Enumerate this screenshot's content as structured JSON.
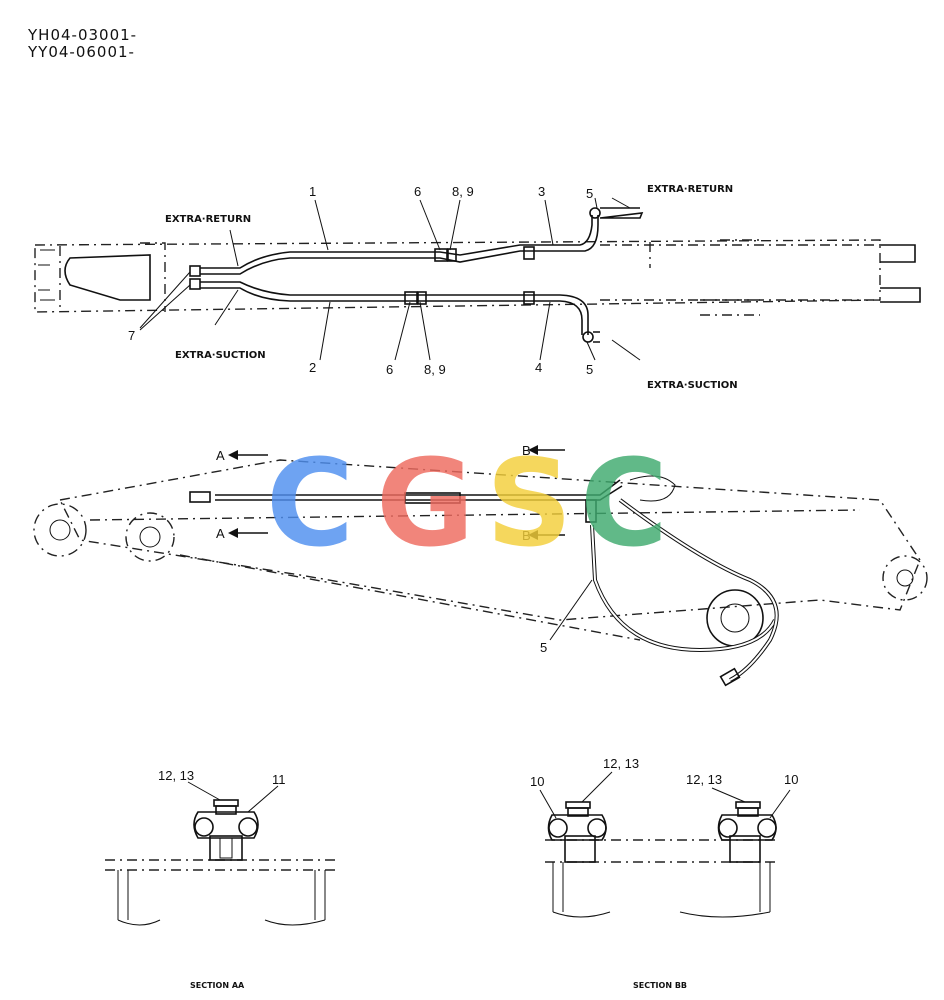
{
  "serials": [
    "YH04-03001-",
    "YY04-06001-"
  ],
  "top_view": {
    "labels": {
      "extra_return_left": "EXTRA·RETURN",
      "extra_suction_left": "EXTRA·SUCTION",
      "extra_return_right": "EXTRA·RETURN",
      "extra_suction_right": "EXTRA·SUCTION"
    },
    "callouts": [
      "1",
      "2",
      "3",
      "4",
      "5",
      "5",
      "6",
      "6",
      "8, 9",
      "8, 9",
      "7"
    ]
  },
  "side_view": {
    "section_markers": [
      "A",
      "A",
      "B",
      "B"
    ],
    "callout": "5"
  },
  "watermark": {
    "letters": [
      "C",
      "G",
      "S",
      "C"
    ],
    "colors": [
      "#4f8ff0",
      "#ef6b5f",
      "#f3cf3a",
      "#3faa6e"
    ]
  },
  "section_aa": {
    "callouts": [
      "12, 13",
      "11"
    ],
    "caption": "SECTION AA"
  },
  "section_bb": {
    "callouts": [
      "10",
      "12, 13",
      "12, 13",
      "10"
    ],
    "caption": "SECTION BB"
  }
}
